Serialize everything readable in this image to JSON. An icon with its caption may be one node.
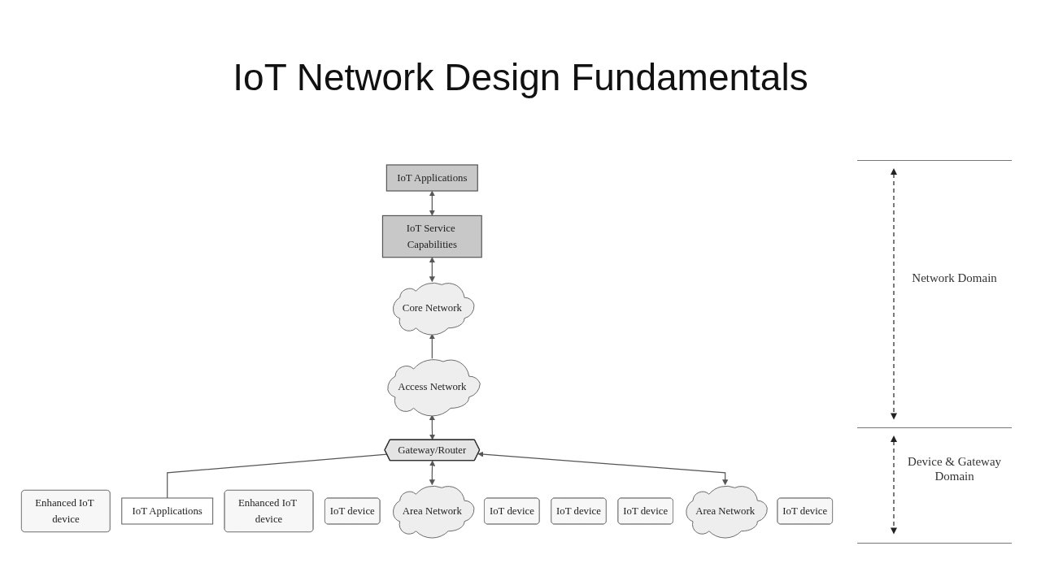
{
  "diagram": {
    "title": "IoT Network Design Fundamentals",
    "nodes": [
      {
        "text": [
          "IoT Applications"
        ]
      },
      {
        "text": [
          "IoT Service Capabilities"
        ]
      },
      {
        "text": [
          "Core Network"
        ]
      },
      {
        "text": [
          "Access Network"
        ]
      },
      {
        "text": [
          "Enhanced IoT device"
        ]
      },
      {
        "text": [
          "Gateway/Router"
        ]
      },
      {
        "text": [
          "IoT Applications"
        ]
      },
      {
        "text": [
          "Enhanced IoT device"
        ]
      },
      {
        "text": [
          "IoT device"
        ]
      },
      {
        "text": [
          "Area Network"
        ]
      },
      {
        "text": [
          "IoT device"
        ]
      },
      {
        "text": [
          "IoT device"
        ]
      },
      {
        "text": [
          "IoT device"
        ]
      },
      {
        "text": [
          "Area Network"
        ]
      },
      {
        "text": [
          "IoT device"
        ]
      }
    ],
    "edges": [
      {
        "from": 0,
        "to": 1,
        "arrow": "both"
      },
      {
        "from": 1,
        "to": 2,
        "arrow": "both"
      },
      {
        "from": 3,
        "to": 2,
        "arrow": "to"
      },
      {
        "from": 3,
        "to": 5,
        "arrow": "both"
      },
      {
        "from": 5,
        "to": 6,
        "arrow": "none"
      },
      {
        "from": 5,
        "to": 9,
        "arrow": "both"
      },
      {
        "from": 5,
        "to": 13,
        "arrow": "both"
      }
    ],
    "labels": [
      "Network Domain",
      "Device & Gateway Domain"
    ]
  }
}
